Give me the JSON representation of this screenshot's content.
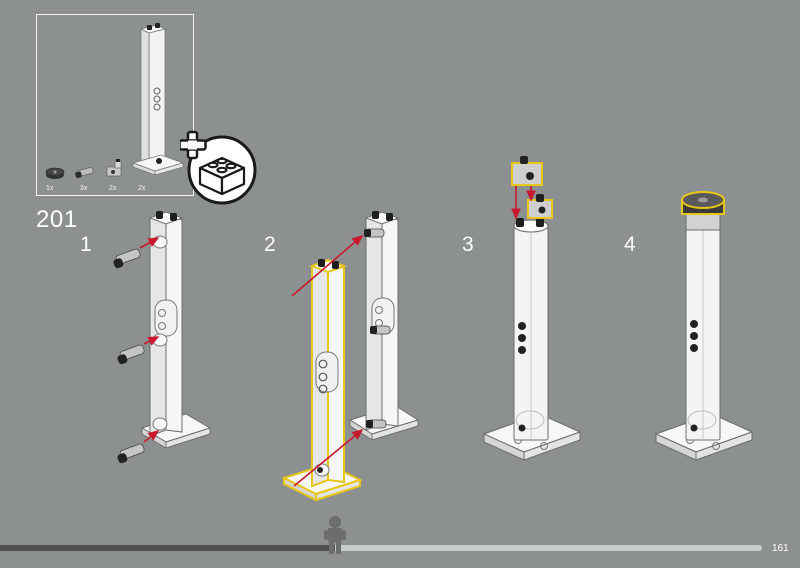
{
  "parts_list": {
    "items": [
      {
        "qty": "1x",
        "part": "round-tile-2x2-icon"
      },
      {
        "qty": "3x",
        "part": "axle-pin-icon"
      },
      {
        "qty": "2x",
        "part": "bracket-icon"
      },
      {
        "qty": "2x",
        "part": "column-brick-icon"
      }
    ]
  },
  "step": {
    "number": "201",
    "substeps": [
      "1",
      "2",
      "3",
      "4"
    ]
  },
  "page": {
    "number": "161",
    "progress": 0.44
  },
  "colors": {
    "background": "#8c9090",
    "highlight": "#e6c619",
    "arrow": "#c8192e",
    "part_white": "#f5f5f5",
    "part_dark": "#1a1a1a"
  }
}
